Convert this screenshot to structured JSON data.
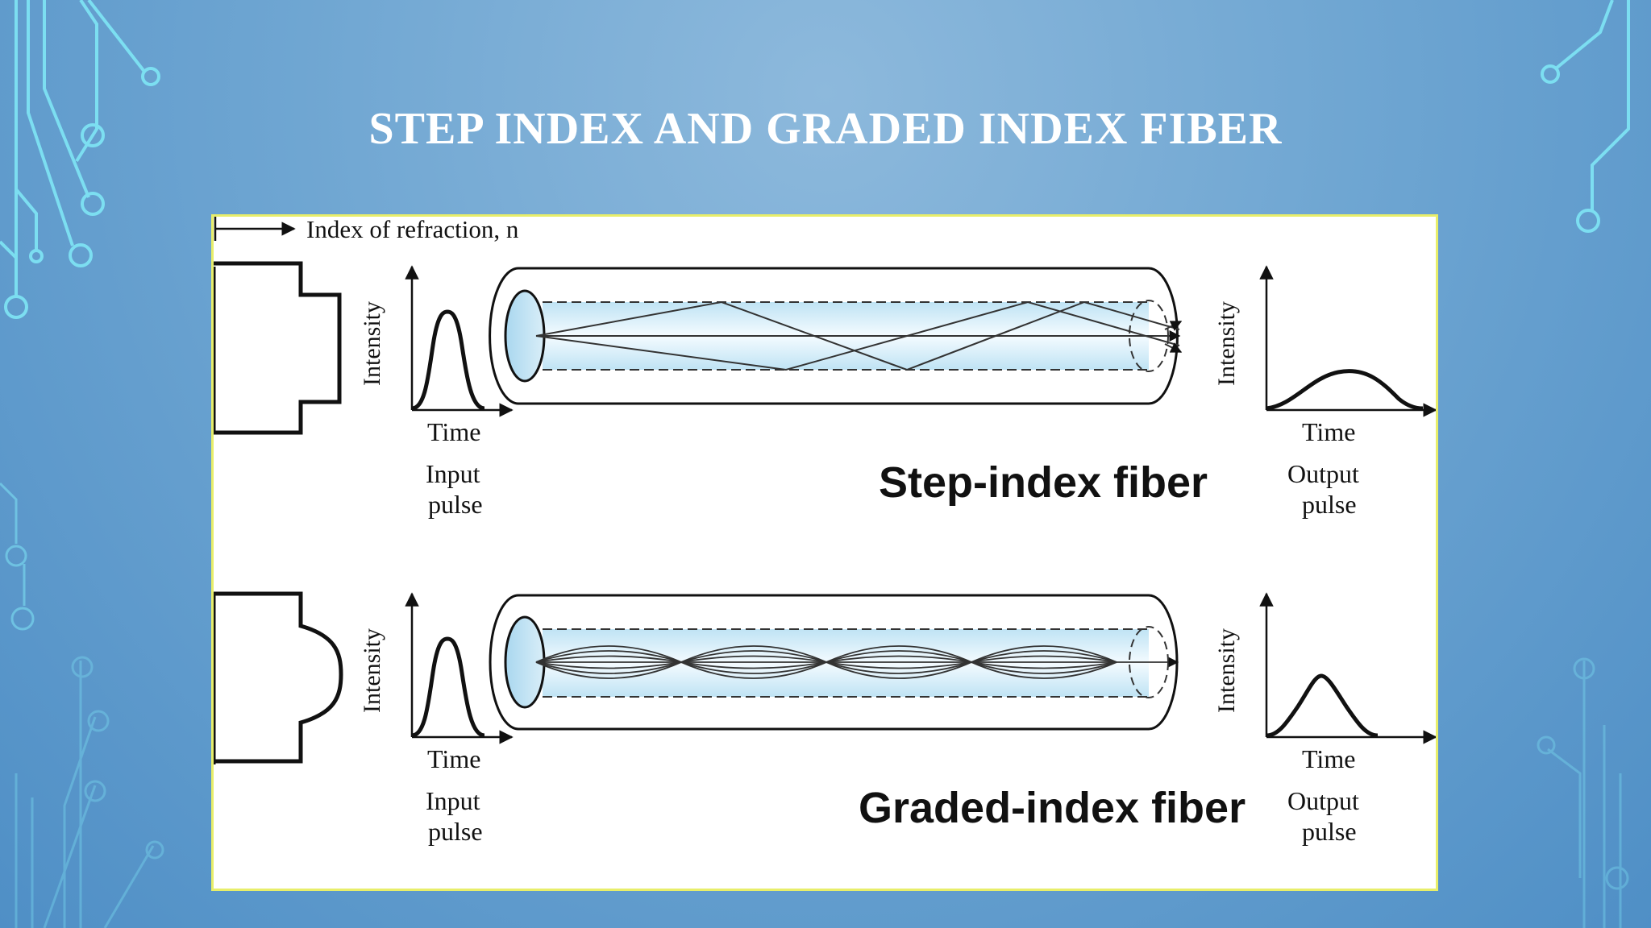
{
  "slide": {
    "title": "STEP INDEX AND GRADED INDEX FIBER"
  },
  "figure": {
    "index_label": "Index of refraction, n",
    "rows": [
      {
        "caption": "Step-index fiber",
        "input_axis_y": "Intensity",
        "input_axis_x": "Time",
        "input_label_line1": "Input",
        "input_label_line2": "pulse",
        "output_axis_y": "Intensity",
        "output_axis_x": "Time",
        "output_label_line1": "Output",
        "output_label_line2": "pulse"
      },
      {
        "caption": "Graded-index fiber",
        "input_axis_y": "Intensity",
        "input_axis_x": "Time",
        "input_label_line1": "Input",
        "input_label_line2": "pulse",
        "output_axis_y": "Intensity",
        "output_axis_x": "Time",
        "output_label_line1": "Output",
        "output_label_line2": "pulse"
      }
    ]
  },
  "colors": {
    "background": "#6fa6d2",
    "circuit": "#7fe6f5",
    "core_fill": "#bfe3f4",
    "frame_border": "#e8ee6a"
  }
}
